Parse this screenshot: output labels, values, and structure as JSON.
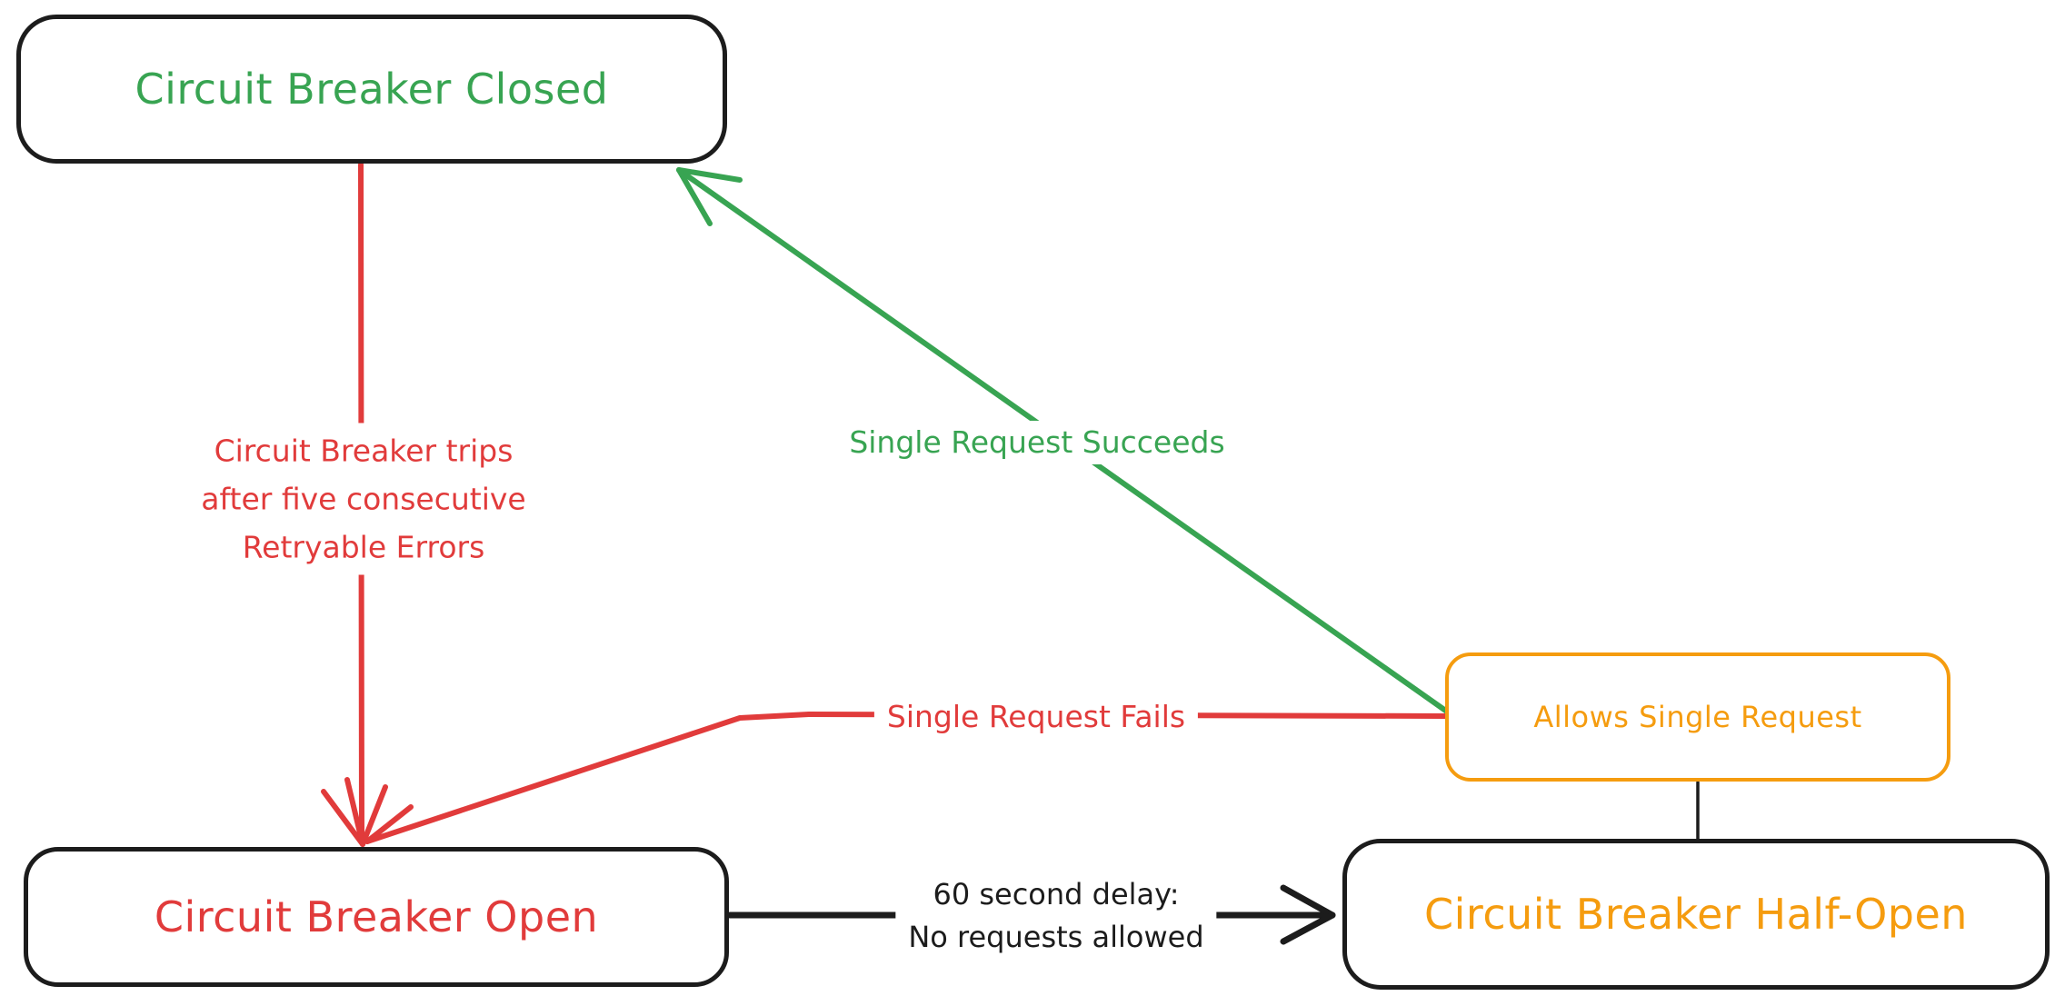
{
  "colors": {
    "ink": "#1c1c1c",
    "green": "#38a452",
    "red": "#e13b3b",
    "orange": "#f59c0f",
    "background": "#ffffff"
  },
  "nodes": {
    "closed": {
      "label": "Circuit Breaker Closed"
    },
    "open": {
      "label": "Circuit Breaker Open"
    },
    "half_open": {
      "label": "Circuit Breaker Half-Open"
    },
    "allows": {
      "label": "Allows Single Request"
    }
  },
  "edges": {
    "trips": {
      "line1": "Circuit Breaker trips",
      "line2": "after five consecutive",
      "line3": "Retryable Errors"
    },
    "succeeds": {
      "label": "Single Request Succeeds"
    },
    "fails": {
      "label": "Single Request Fails"
    },
    "delay": {
      "line1": "60 second delay:",
      "line2": "No requests allowed"
    }
  }
}
